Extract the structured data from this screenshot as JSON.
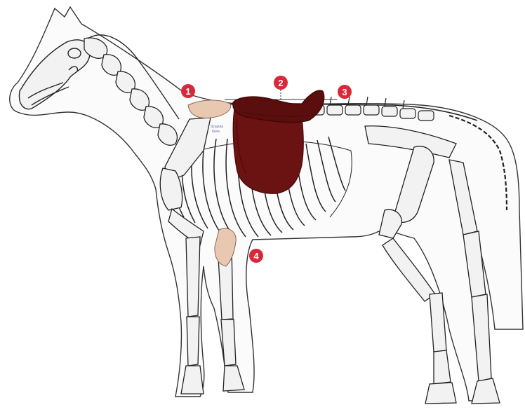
{
  "markers": [
    {
      "id": "1",
      "label": "1"
    },
    {
      "id": "2",
      "label": "2"
    },
    {
      "id": "3",
      "label": "3"
    },
    {
      "id": "4",
      "label": "4"
    }
  ],
  "bone_label": {
    "line1": "Scapula",
    "line2": "bone"
  },
  "colors": {
    "marker": "#d9283a",
    "saddle": "#6b1212",
    "saddle_dark": "#4a0a0a",
    "highlight_bone": "#e8c8b0",
    "bone_fill": "#f2f2f2",
    "outline": "#333333",
    "body_fill": "#fbfbfb"
  }
}
